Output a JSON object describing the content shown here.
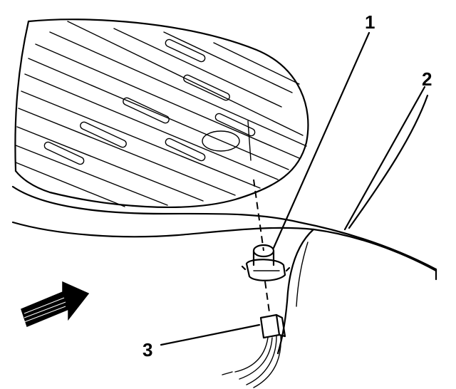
{
  "callouts": [
    {
      "id": "1",
      "text": "1"
    },
    {
      "id": "2",
      "text": "2"
    },
    {
      "id": "3",
      "text": "3"
    }
  ],
  "icons": [
    "direction-arrow-icon"
  ],
  "colors": {
    "ink": "#000000",
    "paper": "#ffffff"
  }
}
